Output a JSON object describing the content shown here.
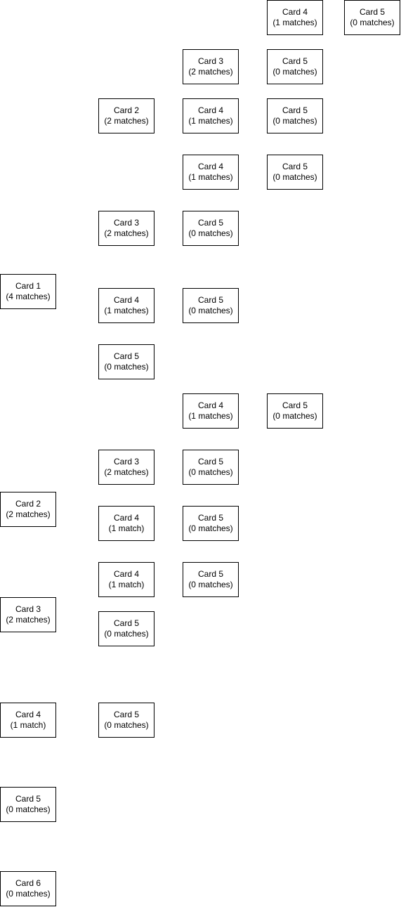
{
  "cards": [
    {
      "name": "Card 4",
      "detail": "(1 matches)"
    },
    {
      "name": "Card 5",
      "detail": "(0 matches)"
    },
    {
      "name": "Card 3",
      "detail": "(2 matches)"
    },
    {
      "name": "Card 5",
      "detail": "(0 matches)"
    },
    {
      "name": "Card 2",
      "detail": "(2 matches)"
    },
    {
      "name": "Card 4",
      "detail": "(1 matches)"
    },
    {
      "name": "Card 5",
      "detail": "(0 matches)"
    },
    {
      "name": "Card 4",
      "detail": "(1 matches)"
    },
    {
      "name": "Card 5",
      "detail": "(0 matches)"
    },
    {
      "name": "Card 3",
      "detail": "(2 matches)"
    },
    {
      "name": "Card 5",
      "detail": "(0 matches)"
    },
    {
      "name": "Card 1",
      "detail": "(4 matches)"
    },
    {
      "name": "Card 4",
      "detail": "(1 matches)"
    },
    {
      "name": "Card 5",
      "detail": "(0 matches)"
    },
    {
      "name": "Card 5",
      "detail": "(0 matches)"
    },
    {
      "name": "Card 4",
      "detail": "(1 matches)"
    },
    {
      "name": "Card 5",
      "detail": "(0 matches)"
    },
    {
      "name": "Card 3",
      "detail": "(2 matches)"
    },
    {
      "name": "Card 5",
      "detail": "(0 matches)"
    },
    {
      "name": "Card 2",
      "detail": "(2 matches)"
    },
    {
      "name": "Card 4",
      "detail": "(1 match)"
    },
    {
      "name": "Card 5",
      "detail": "(0 matches)"
    },
    {
      "name": "Card 4",
      "detail": "(1 match)"
    },
    {
      "name": "Card 5",
      "detail": "(0 matches)"
    },
    {
      "name": "Card 3",
      "detail": "(2 matches)"
    },
    {
      "name": "Card 5",
      "detail": "(0 matches)"
    },
    {
      "name": "Card 4",
      "detail": "(1 match)"
    },
    {
      "name": "Card 5",
      "detail": "(0 matches)"
    },
    {
      "name": "Card 5",
      "detail": "(0 matches)"
    },
    {
      "name": "Card 6",
      "detail": "(0 matches)"
    }
  ]
}
